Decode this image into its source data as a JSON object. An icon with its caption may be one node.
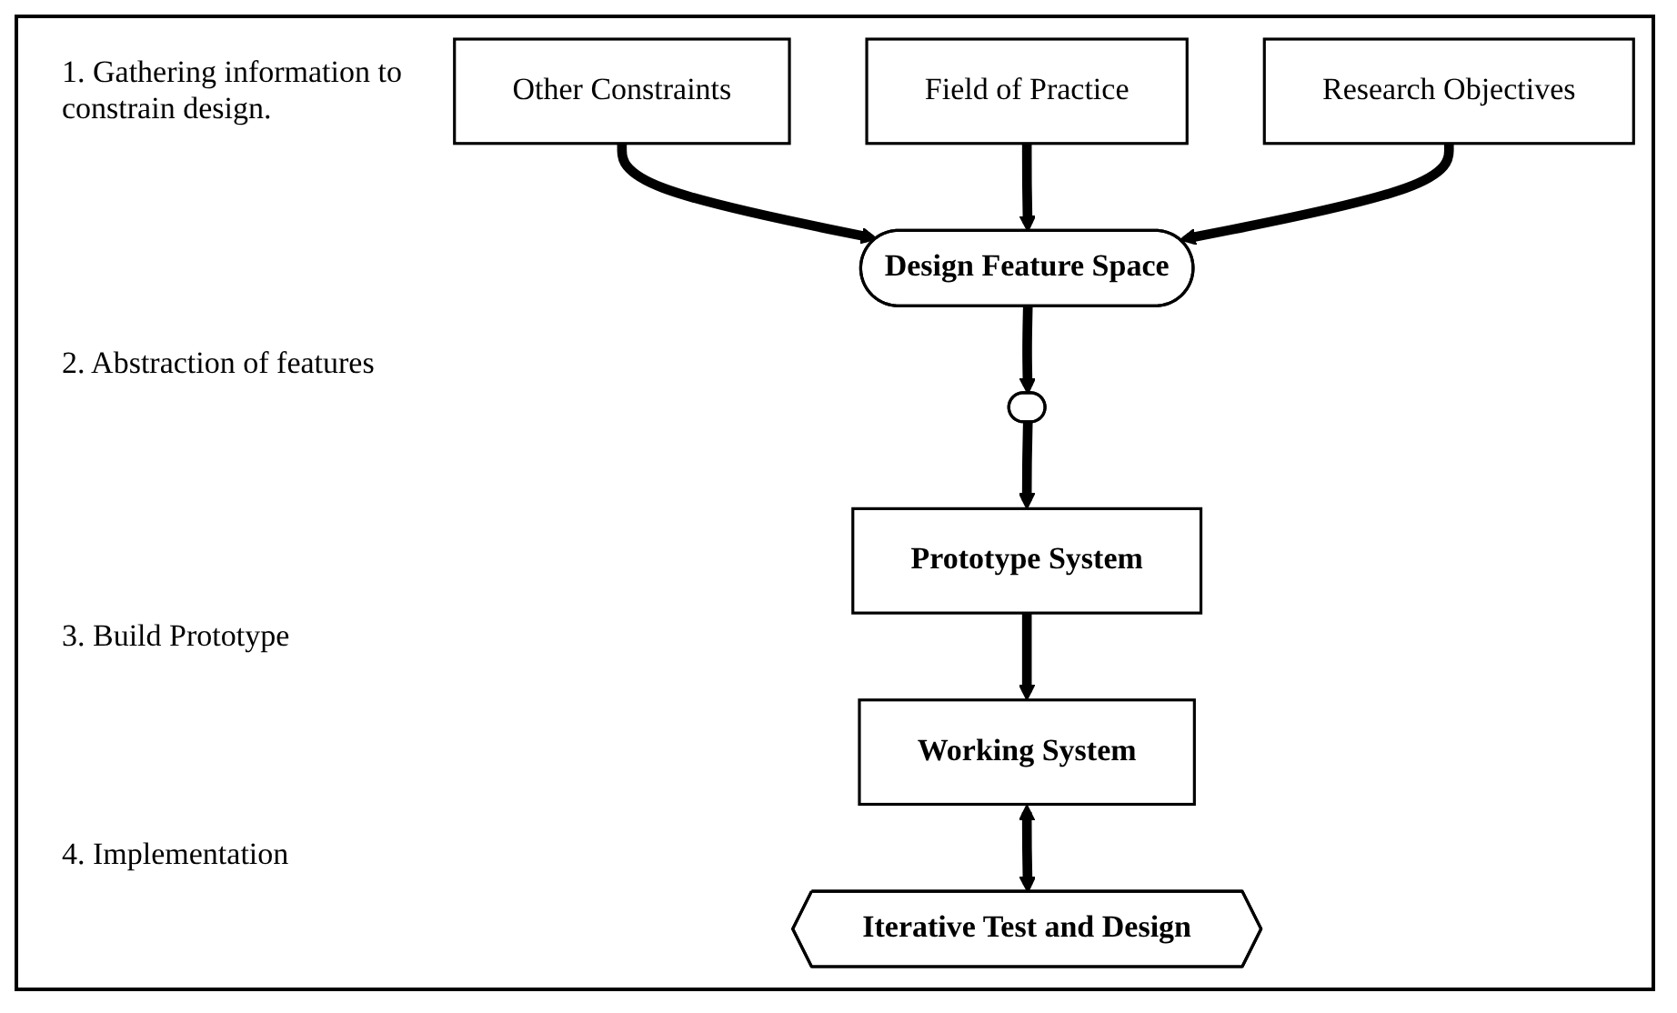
{
  "diagram": {
    "nodes": [
      {
        "text": [
          "Other Constraints"
        ]
      },
      {
        "text": [
          "Field of Practice"
        ]
      },
      {
        "text": [
          "Research Objectives"
        ]
      },
      {
        "text": [
          "Design Feature Space"
        ]
      },
      {
        "text": [],
        "shape": "ellipse"
      },
      {
        "text": [
          "Prototype System"
        ]
      },
      {
        "text": [
          "Working System"
        ]
      },
      {
        "text": [
          "Iterative Test and Design"
        ]
      }
    ],
    "edges": [
      {
        "from": 0,
        "to": 3,
        "arrow": "to"
      },
      {
        "from": 1,
        "to": 3,
        "arrow": "to"
      },
      {
        "from": 2,
        "to": 3,
        "arrow": "to"
      },
      {
        "from": 3,
        "to": 4,
        "arrow": "to"
      },
      {
        "from": 4,
        "to": 5,
        "arrow": "to"
      },
      {
        "from": 5,
        "to": 6,
        "arrow": "to"
      },
      {
        "from": 6,
        "to": 7,
        "arrow": "both"
      }
    ],
    "labels": [
      "1. Gathering information to constrain design.",
      "2. Abstraction of features",
      "3. Build Prototype",
      "4. Implementation"
    ]
  }
}
